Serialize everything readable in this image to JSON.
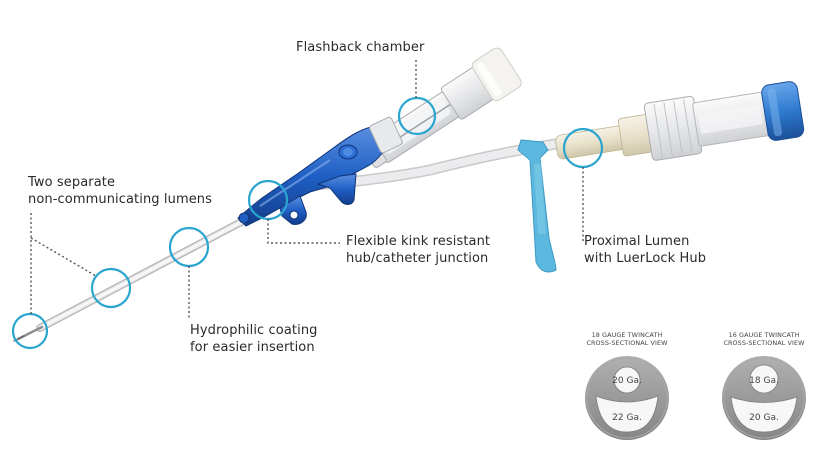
{
  "callouts": {
    "flashback": {
      "line1": "Flashback chamber"
    },
    "lumens": {
      "line1": "Two separate",
      "line2": "non-communicating lumens"
    },
    "kink": {
      "line1": "Flexible kink resistant",
      "line2": "hub/catheter junction"
    },
    "proximal": {
      "line1": "Proximal Lumen",
      "line2": "with LuerLock Hub"
    },
    "coating": {
      "line1": "Hydrophilic coating",
      "line2": "for easier insertion"
    }
  },
  "cross_sections": [
    {
      "title_line1": "18 GAUGE TWINCATH",
      "title_line2": "CROSS-SECTIONAL VIEW",
      "upper_label": "20 Ga.",
      "lower_label": "22 Ga."
    },
    {
      "title_line1": "16 GAUGE TWINCATH",
      "title_line2": "CROSS-SECTIONAL VIEW",
      "upper_label": "18 Ga.",
      "lower_label": "20 Ga."
    }
  ],
  "colors": {
    "highlight_ring": "#2aa5cf",
    "hub_blue": "#1f5fc4",
    "cap_blue": "#2f7bd0",
    "wing_light_blue": "#5cb8de",
    "ring_gray": "#9a9a9a",
    "lumen_fill": "#f7f7f7",
    "tube": "#e9e9ea",
    "cream_hub": "#ece6d2",
    "leader_line": "#555555"
  }
}
